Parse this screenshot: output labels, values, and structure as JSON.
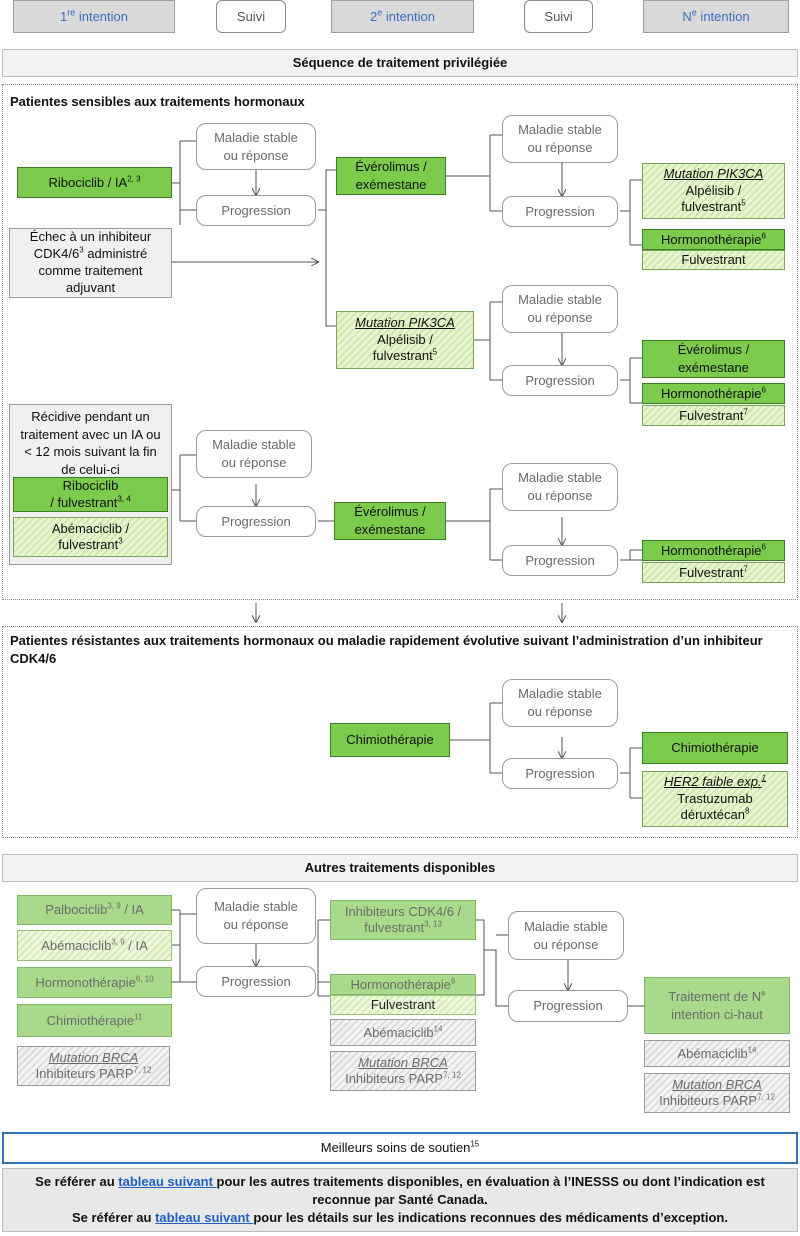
{
  "header": {
    "col1": {
      "pre": "1",
      "sup": "re",
      "post": " intention"
    },
    "suivi": "Suivi",
    "col2": {
      "pre": "2",
      "sup": "e",
      "post": " intention"
    },
    "col3": {
      "pre": "N",
      "sup": "e",
      "post": " intention"
    }
  },
  "sequence_title": "Séquence de traitement privilégiée",
  "sensitive": {
    "title": "Patientes sensibles aux traitements hormonaux",
    "stable": [
      "Maladie stable",
      "ou réponse"
    ],
    "progression": "Progression",
    "ribociclib_ia": {
      "text": "Ribociclib / IA",
      "sup": "2, 3"
    },
    "echec": {
      "l1": "Échec à un inhibiteur",
      "l2a": "CDK4/6",
      "l2sup": "3",
      "l2b": " administré",
      "l3": "comme traitement",
      "l4": "adjuvant"
    },
    "everolimus": [
      "Évérolimus /",
      "exémestane"
    ],
    "mutation_pik3ca": "Mutation PIK3CA",
    "alpelisib": "Alpélisib /",
    "fulvestrant": "fulvestrant",
    "sup5": "5",
    "hormono": "Hormonothérapie",
    "sup6": "6",
    "fulvestrant_cap": "Fulvestrant",
    "sup7": "7",
    "recidive": [
      "Récidive pendant un",
      "traitement avec un IA ou",
      "< 12 mois suivant la fin",
      "de celui-ci"
    ],
    "ribociclib_fulv": {
      "l1": "Ribociclib",
      "l2": "/ fulvestrant",
      "sup": "3, 4"
    },
    "abemaciclib_fulv": {
      "l1": "Abémaciclib /",
      "l2": "fulvestrant",
      "sup": "3"
    }
  },
  "resistant": {
    "title": "Patientes résistantes aux traitements hormonaux ou maladie rapidement évolutive suivant l’administration d’un inhibiteur CDK4/6",
    "chimio": "Chimiothérapie",
    "her2": "HER2 faible exp.",
    "her2_sup": "1",
    "trastuzumab": [
      "Trastuzumab",
      "déruxtécan"
    ],
    "sup8": "8"
  },
  "autres": {
    "title": "Autres traitements disponibles",
    "palbociclib": {
      "a": "Palbociclib",
      "sup": "3, 9",
      "b": " / IA"
    },
    "abemaciclib_ia": {
      "a": "Abémaciclib",
      "sup": "3, 9",
      "b": " / IA"
    },
    "hormono": {
      "a": "Hormonothérapie",
      "sup": "6, 10"
    },
    "chimio": {
      "a": "Chimiothérapie",
      "sup": "11"
    },
    "mutation_brca": "Mutation BRCA",
    "parp": {
      "a": "Inhibiteurs PARP",
      "sup": "7, 12"
    },
    "inhib_cdk": {
      "l1": "Inhibiteurs CDK4/6 /",
      "l2": "fulvestrant",
      "sup": "3, 13"
    },
    "hormono2": {
      "a": "Hormonothérapie",
      "sup": "6"
    },
    "fulvestrant": "Fulvestrant",
    "abemaciclib14": {
      "a": "Abémaciclib",
      "sup": "14"
    },
    "traitement_n": {
      "l1a": "Traitement de N",
      "l1sup": "e",
      "l2": "intention ci-haut"
    }
  },
  "soins": {
    "a": "Meilleurs soins de soutien",
    "sup": "15"
  },
  "footer": {
    "l1a": "Se référer au ",
    "link": "tableau suivant ",
    "l1b": "pour les autres traitements disponibles, en évaluation à l’INESSS ou dont l’indication est",
    "l2": "reconnue par Santé Canada.",
    "l3a": "Se référer au ",
    "l3b": "pour les détails sur les indications reconnues des médicaments d’exception."
  }
}
